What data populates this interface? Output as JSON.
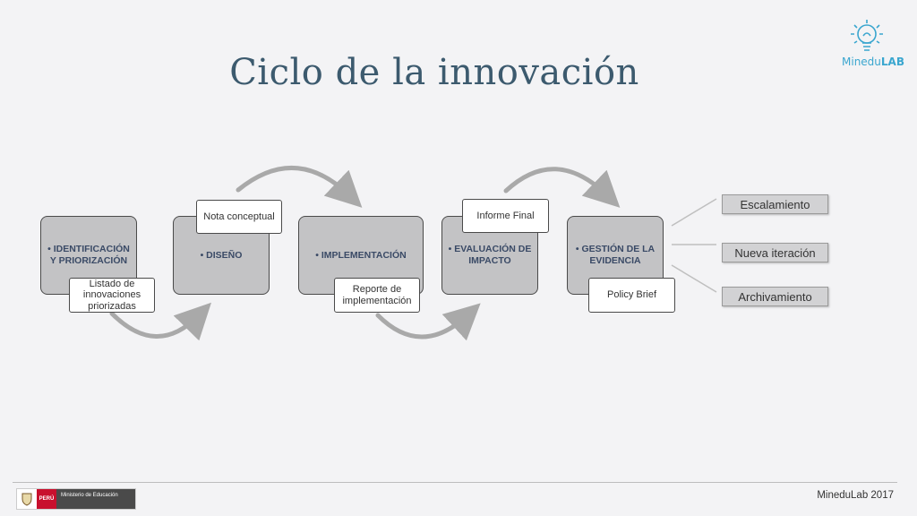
{
  "title": "Ciclo de la innovación",
  "logo": {
    "prefix": "Minedu",
    "suffix": "LAB"
  },
  "steps": [
    {
      "label": "• IDENTIFICACIÓN Y PRIORIZACIÓN"
    },
    {
      "label": "• DISEÑO"
    },
    {
      "label": "• IMPLEMENTACIÓN"
    },
    {
      "label": "• EVALUACIÓN DE IMPACTO"
    },
    {
      "label": "• GESTIÓN DE LA EVIDENCIA"
    }
  ],
  "deliverables": [
    "Listado de innovaciones priorizadas",
    "Nota conceptual",
    "Reporte de implementación",
    "Informe Final",
    "Policy Brief"
  ],
  "outcomes": [
    "Escalamiento",
    "Nueva iteración",
    "Archivamiento"
  ],
  "footer": {
    "ministry_country": "PERÚ",
    "ministry_name": "Ministerio de Educación",
    "credit": "MineduLab 2017"
  },
  "colors": {
    "step_fill": "#c3c3c5",
    "arrow": "#a9a9a9",
    "title": "#3c5a6e",
    "logo": "#3aa6cf"
  }
}
